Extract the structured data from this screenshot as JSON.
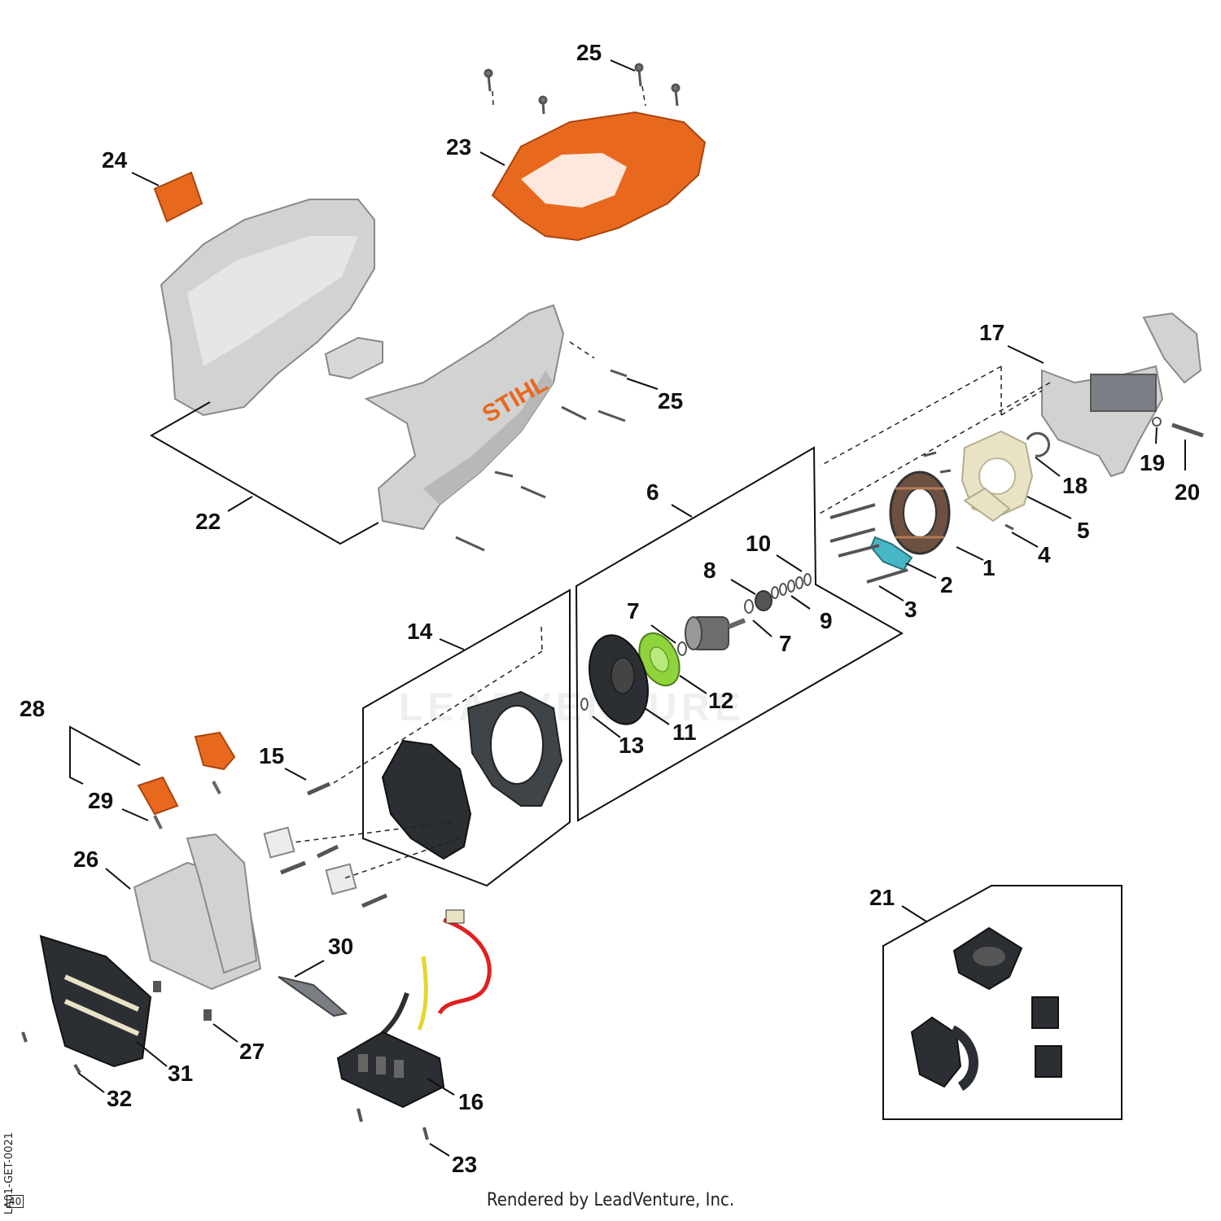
{
  "diagram": {
    "colors": {
      "housing_gray": "#d2d2d2",
      "stihl_orange": "#e8691e",
      "rotor_green": "#8fd43a",
      "dark_part": "#3e4448",
      "coil_copper": "#8b5a3a",
      "cream_part": "#e9e3c6",
      "line": "#111111",
      "wire_red": "#e02020",
      "wire_yellow": "#e5d630"
    },
    "brand_text": "STIHL",
    "watermark": "LEADVENTURE",
    "callouts": [
      {
        "id": "c25a",
        "text": "25"
      },
      {
        "id": "c23a",
        "text": "23"
      },
      {
        "id": "c24",
        "text": "24"
      },
      {
        "id": "c25b",
        "text": "25"
      },
      {
        "id": "c22",
        "text": "22"
      },
      {
        "id": "c17",
        "text": "17"
      },
      {
        "id": "c19",
        "text": "19"
      },
      {
        "id": "c20",
        "text": "20"
      },
      {
        "id": "c18",
        "text": "18"
      },
      {
        "id": "c5",
        "text": "5"
      },
      {
        "id": "c4",
        "text": "4"
      },
      {
        "id": "c1",
        "text": "1"
      },
      {
        "id": "c2",
        "text": "2"
      },
      {
        "id": "c3",
        "text": "3"
      },
      {
        "id": "c6",
        "text": "6"
      },
      {
        "id": "c10",
        "text": "10"
      },
      {
        "id": "c8",
        "text": "8"
      },
      {
        "id": "c9",
        "text": "9"
      },
      {
        "id": "c7a",
        "text": "7"
      },
      {
        "id": "c7b",
        "text": "7"
      },
      {
        "id": "c12",
        "text": "12"
      },
      {
        "id": "c11",
        "text": "11"
      },
      {
        "id": "c13",
        "text": "13"
      },
      {
        "id": "c14",
        "text": "14"
      },
      {
        "id": "c28",
        "text": "28"
      },
      {
        "id": "c29",
        "text": "29"
      },
      {
        "id": "c15",
        "text": "15"
      },
      {
        "id": "c26",
        "text": "26"
      },
      {
        "id": "c30",
        "text": "30"
      },
      {
        "id": "c27",
        "text": "27"
      },
      {
        "id": "c31",
        "text": "31"
      },
      {
        "id": "c32",
        "text": "32"
      },
      {
        "id": "c16",
        "text": "16"
      },
      {
        "id": "c23b",
        "text": "23"
      },
      {
        "id": "c21",
        "text": "21"
      }
    ]
  },
  "footer": {
    "rendered_by": "Rendered by LeadVenture, Inc.",
    "drawing_code": "LA01-GET-0021",
    "page_number": "40"
  }
}
